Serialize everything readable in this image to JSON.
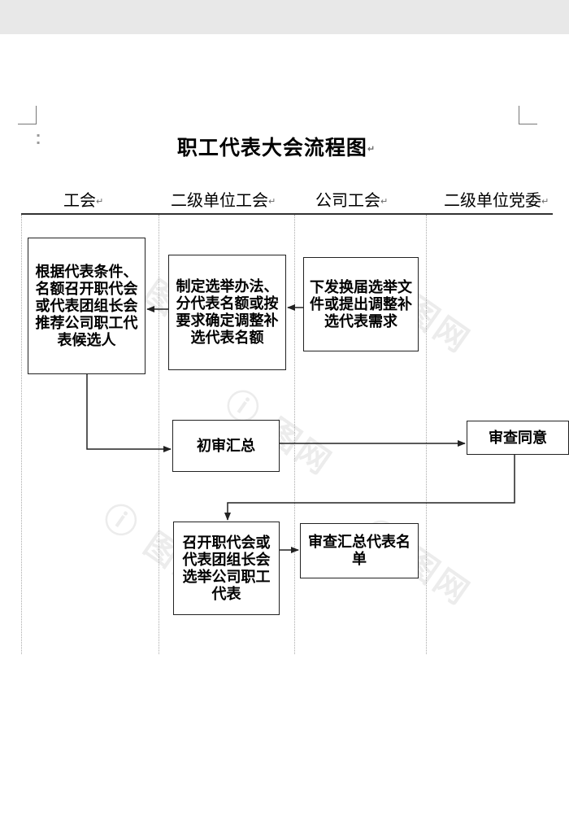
{
  "title": "职工代表大会流程图",
  "paragraph_mark": "↵",
  "columns": [
    "工会",
    "二级单位工会",
    "公司工会",
    "二级单位党委"
  ],
  "boxes": {
    "b1": "根据代表条件、名额召开职代会或代表团组长会推荐公司职工代表候选人",
    "b2": "制定选举办法、分代表名额或按要求确定调整补选代表名额",
    "b3": "下发换届选举文件或提出调整补选代表需求",
    "b4": "初审汇总",
    "b5": "审查同意",
    "b6": "召开职代会或代表团组长会选举公司职工代表",
    "b7": "审查汇总代表名单"
  }
}
